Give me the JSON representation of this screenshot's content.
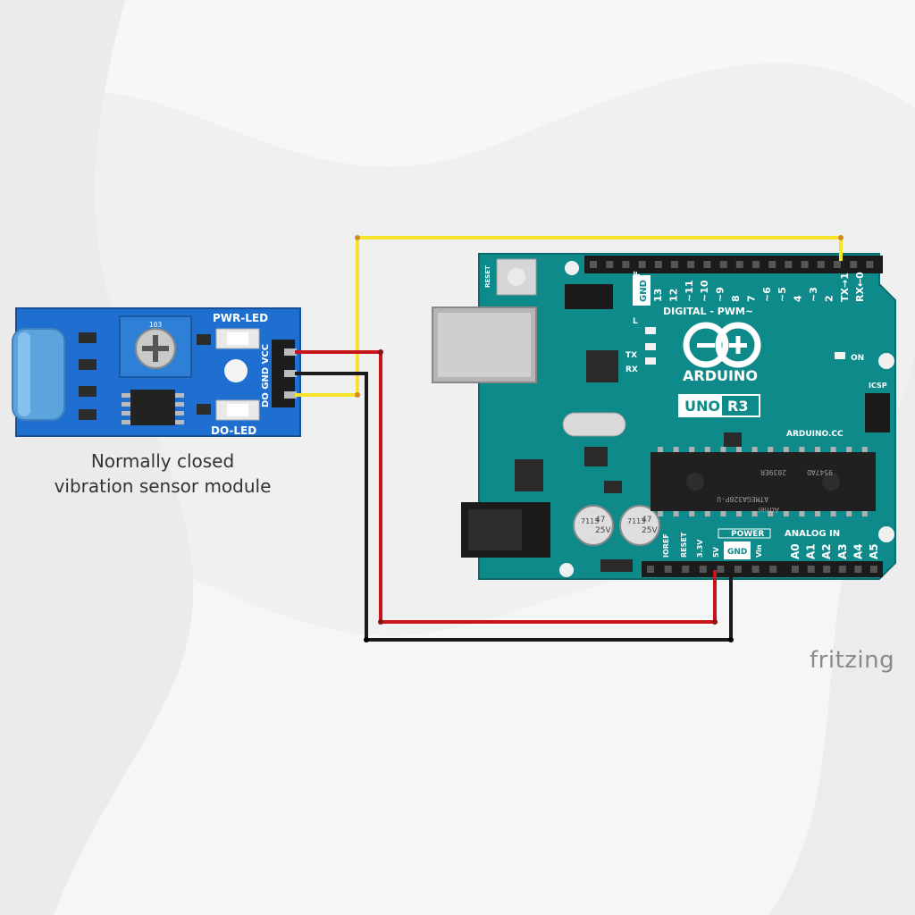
{
  "sensor": {
    "caption_line1": "Normally closed",
    "caption_line2": "vibration sensor module",
    "label_pwr_led": "PWR-LED",
    "label_do_led": "DO-LED",
    "pin_labels": "DO GND VCC",
    "pot_code": "103"
  },
  "arduino": {
    "brand": "ARDUINO",
    "model_uno": "UNO",
    "model_rev": "R3",
    "site": "ARDUINO.CC",
    "label_digital": "DIGITAL - PWM~",
    "label_aref": "AREF",
    "label_gnd_top": "GND",
    "digital_pins": [
      "13",
      "12",
      "~11",
      "~10",
      "~9",
      "8",
      "7",
      "~6",
      "~5",
      "4",
      "~3",
      "2",
      "TX→1",
      "RX←0"
    ],
    "label_reset": "RESET",
    "label_icsp": "ICSP",
    "label_on": "ON",
    "label_l": "L",
    "label_tx": "TX",
    "label_rx": "RX",
    "label_power": "POWER",
    "label_analog": "ANALOG IN",
    "power_pins": [
      "IOREF",
      "RESET",
      "3.3V",
      "5V",
      "GND",
      "Vin"
    ],
    "analog_pins": [
      "A0",
      "A1",
      "A2",
      "A3",
      "A4",
      "A5"
    ],
    "cap1": [
      "7113",
      "47",
      "25V"
    ],
    "cap2": [
      "7113",
      "47",
      "25V"
    ],
    "chip_brand": "Atmel",
    "chip_part": "ATMEGA328P-U",
    "chip_code": "2039ER",
    "chip_lot": "9547AD"
  },
  "brand": "fritzing",
  "colors": {
    "wire_vcc": "#c8151b",
    "wire_gnd": "#1a1a1a",
    "wire_signal": "#f5e42a",
    "sensor_pcb": "#1f6fd1",
    "arduino_pcb": "#0e8a8a"
  }
}
